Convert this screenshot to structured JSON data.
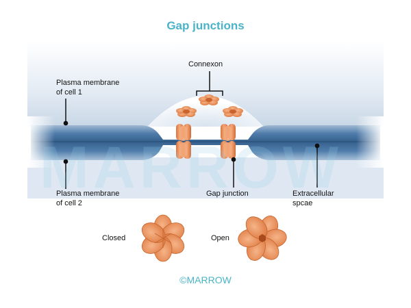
{
  "title": "Gap junctions",
  "labels": {
    "connexon": "Connexon",
    "membrane1_line1": "Plasma membrane",
    "membrane1_line2": "of cell 1",
    "membrane2_line1": "Plasma membrane",
    "membrane2_line2": "of cell 2",
    "gap_junction": "Gap junction",
    "extracellular_line1": "Extracellular",
    "extracellular_line2": "spcae",
    "closed": "Closed",
    "open": "Open"
  },
  "watermark": "MARROW",
  "copyright": "©MARROW",
  "colors": {
    "title": "#4bb3c9",
    "membrane": "#3f6e9e",
    "protein": "#e98a55",
    "leader": "#111111"
  }
}
